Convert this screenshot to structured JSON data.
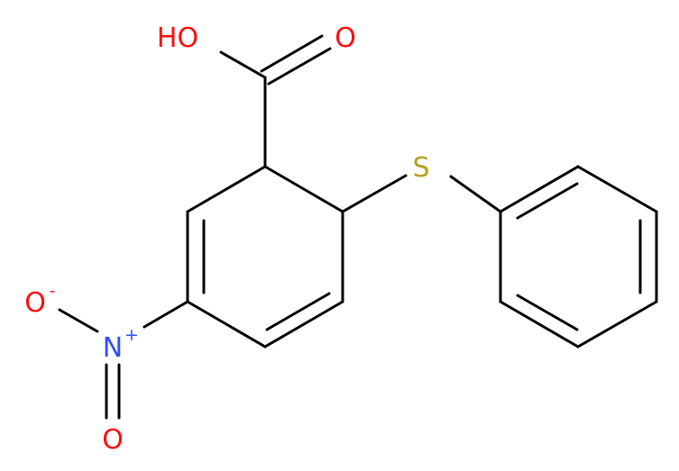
{
  "molecule": {
    "labels": {
      "hydroxyl": "HO",
      "carbonyl_oxygen": "O",
      "sulfur": "S",
      "nitro_oxygen_1": "O",
      "nitro_oxygen_1_charge": "-",
      "nitrogen": "N",
      "nitrogen_charge": "+",
      "nitro_oxygen_2": "O"
    },
    "colors": {
      "bond": "#000000",
      "oxygen": "#ff0d0d",
      "nitrogen": "#3050f8",
      "sulfur": "#b8a020"
    }
  }
}
